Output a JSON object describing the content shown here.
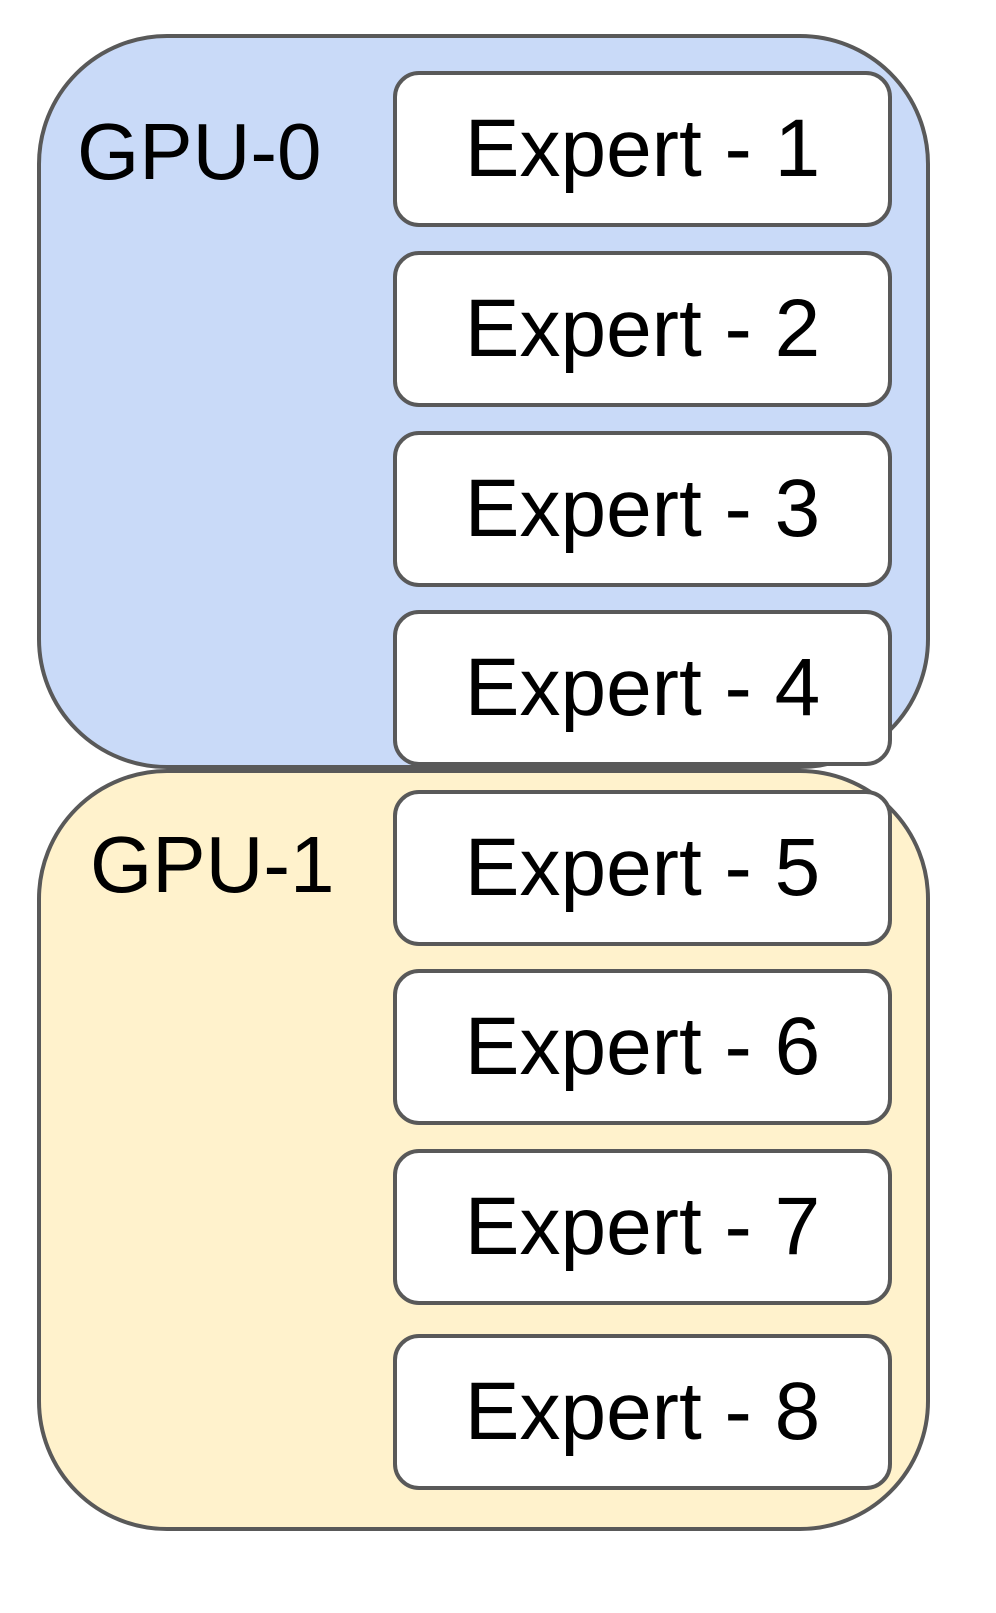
{
  "colors": {
    "gpu0_fill": "#c9daf8",
    "gpu1_fill": "#fff2cc",
    "border": "#595959",
    "expert_fill": "#ffffff",
    "text": "#000000"
  },
  "gpus": [
    {
      "label": "GPU-0",
      "experts": [
        "Expert - 1",
        "Expert - 2",
        "Expert - 3",
        "Expert - 4"
      ]
    },
    {
      "label": "GPU-1",
      "experts": [
        "Expert - 5",
        "Expert - 6",
        "Expert - 7",
        "Expert - 8"
      ]
    }
  ]
}
